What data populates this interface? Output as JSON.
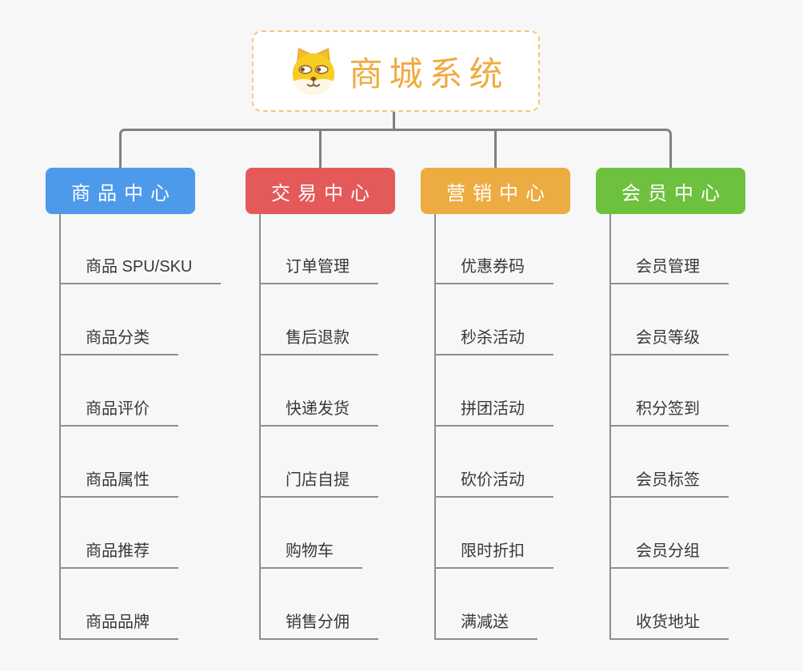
{
  "page": {
    "background": "#F7F7F7"
  },
  "connectors": {
    "main_color": "#808080",
    "sub_color": "#8E8E8E"
  },
  "root": {
    "title": "商城系统",
    "icon": "shiba-dog-icon",
    "text_color": "#F0AB40",
    "border_color": "#F6C77F",
    "background": "#FFFFFF"
  },
  "leaf_text_color": "#383838",
  "branches": [
    {
      "label": "商品中心",
      "color": "#4D9AEA",
      "children": [
        "商品 SPU/SKU",
        "商品分类",
        "商品评价",
        "商品属性",
        "商品推荐",
        "商品品牌"
      ]
    },
    {
      "label": "交易中心",
      "color": "#E45A5A",
      "children": [
        "订单管理",
        "售后退款",
        "快递发货",
        "门店自提",
        "购物车",
        "销售分佣"
      ]
    },
    {
      "label": "营销中心",
      "color": "#ECAC41",
      "children": [
        "优惠券码",
        "秒杀活动",
        "拼团活动",
        "砍价活动",
        "限时折扣",
        "满减送"
      ]
    },
    {
      "label": "会员中心",
      "color": "#6EC13E",
      "children": [
        "会员管理",
        "会员等级",
        "积分签到",
        "会员标签",
        "会员分组",
        "收货地址"
      ]
    }
  ]
}
